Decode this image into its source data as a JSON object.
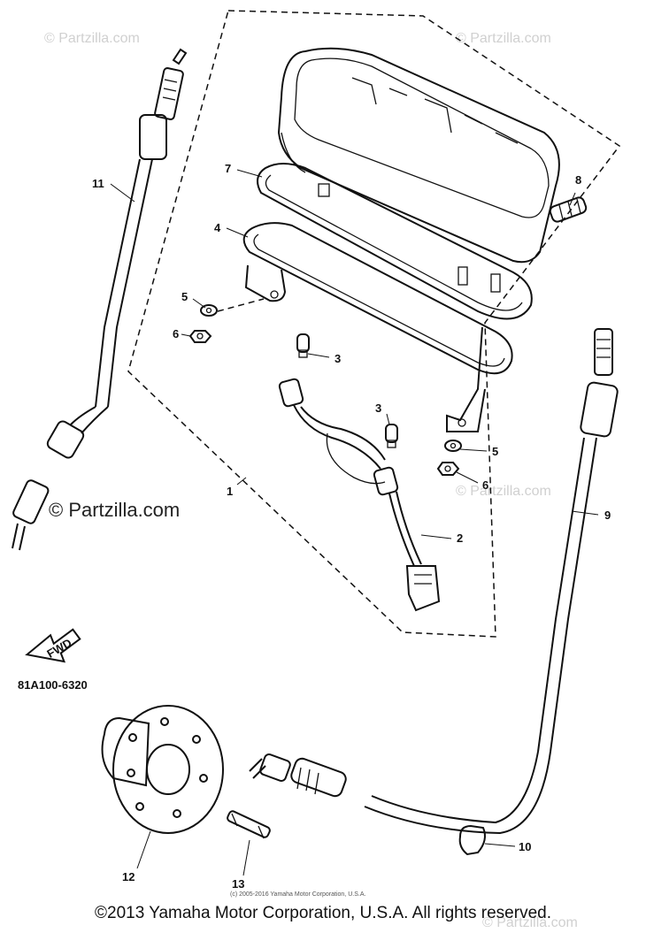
{
  "watermarks": {
    "top_left": "© Partzilla.com",
    "top_right": "© Partzilla.com",
    "middle_left": "© Partzilla.com",
    "middle_right": "© Partzilla.com",
    "bottom_right": "© Partzilla.com"
  },
  "diagram_code": "81A100-6320",
  "fwd_label": "FWD",
  "small_copyright": "(c) 2005-2016 Yamaha Motor Corporation, U.S.A.",
  "footer_copyright": "©2013 Yamaha Motor Corporation, U.S.A. All rights reserved.",
  "callouts": {
    "c1": "1",
    "c2": "2",
    "c3a": "3",
    "c3b": "3",
    "c4": "4",
    "c5a": "5",
    "c5b": "5",
    "c6a": "6",
    "c6b": "6",
    "c7": "7",
    "c8": "8",
    "c9": "9",
    "c10": "10",
    "c11": "11",
    "c12": "12",
    "c13": "13"
  }
}
